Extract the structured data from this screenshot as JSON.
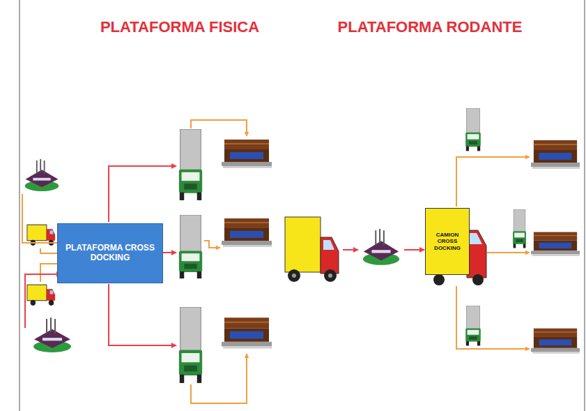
{
  "diagram": {
    "nodes": [
      {
        "text": [
          "PLATAFORMA CROSS DOCKING"
        ]
      },
      {
        "text": [
          "CAMION CROSS DOCKING"
        ]
      }
    ],
    "labels": [
      "PLATAFORMA FISICA",
      "PLATAFORMA RODANTE"
    ]
  }
}
